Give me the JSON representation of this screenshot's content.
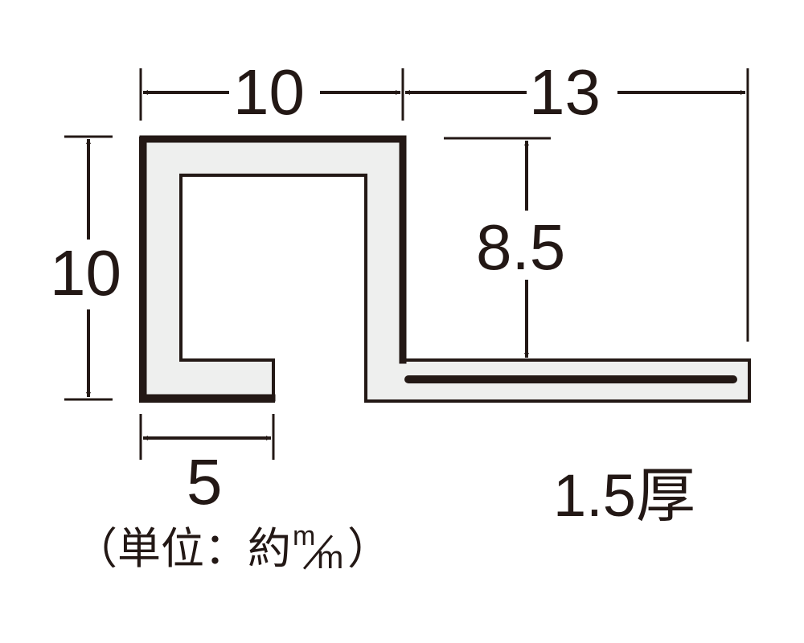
{
  "dimensions": {
    "top_left_width": "10",
    "top_right_width": "13",
    "left_height": "10",
    "step_height": "8.5",
    "lip_width": "5",
    "thickness": "1.5厚"
  },
  "unit_note": {
    "open": "（",
    "text": "単位：約",
    "unit_top": "m",
    "unit_bottom": "m",
    "close": "）"
  },
  "colors": {
    "line": "#231815",
    "profile_fill": "#eeefee"
  }
}
